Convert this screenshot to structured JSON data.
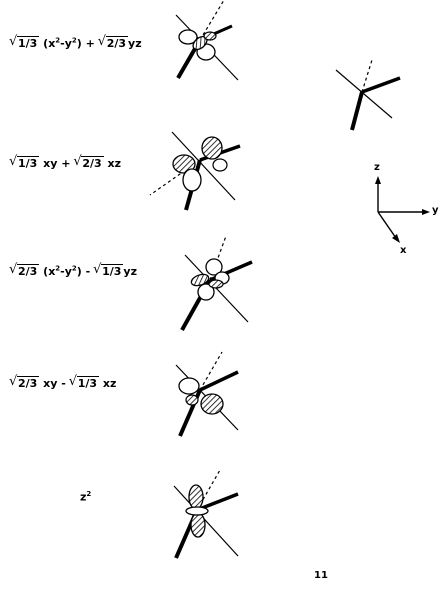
{
  "labels": {
    "row1": {
      "c1": "1/3",
      "t1": "(x",
      "e1": "2",
      "m": "-y",
      "e2": "2",
      "t2": ") +",
      "c2": "2/3",
      "t3": "yz"
    },
    "row2": {
      "c1": "1/3",
      "t1": "xy +",
      "c2": "2/3",
      "t2": "xz"
    },
    "row3": {
      "c1": "2/3",
      "t1": "(x",
      "e1": "2",
      "m": "-y",
      "e2": "2",
      "t2": ") -",
      "c2": "1/3",
      "t3": "yz"
    },
    "row4": {
      "c1": "2/3",
      "t1": "xy -",
      "c2": "1/3",
      "t2": "xz"
    },
    "row5": {
      "t1": "z",
      "e1": "2"
    }
  },
  "axes": {
    "z": "z",
    "y": "y",
    "x": "x"
  },
  "page_number": "11"
}
